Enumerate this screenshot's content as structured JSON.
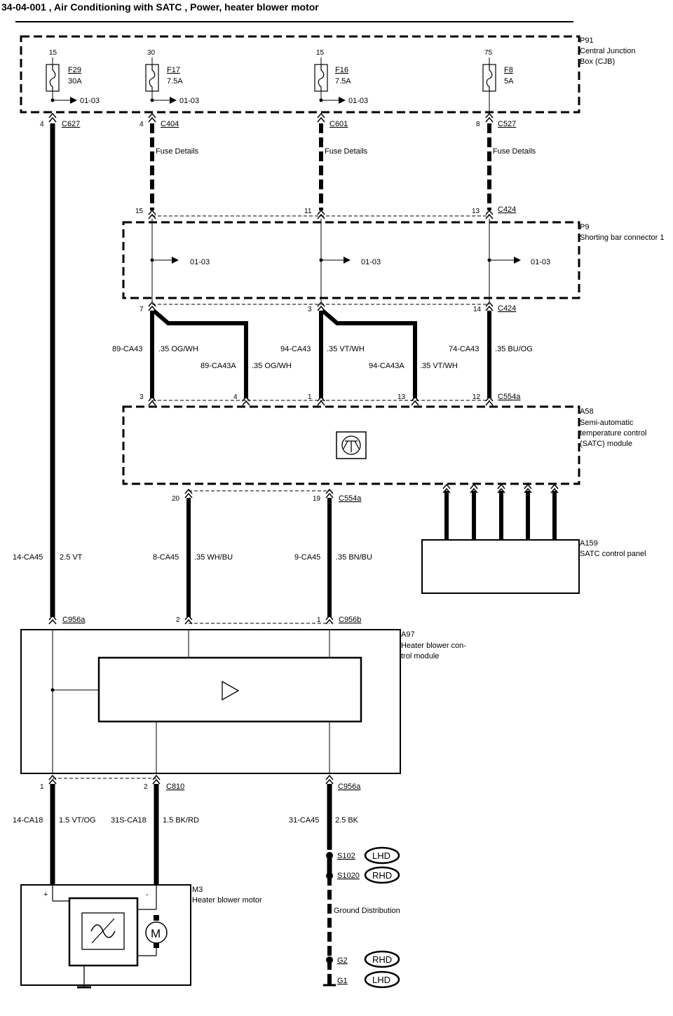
{
  "title": "34-04-001 , Air Conditioning with SATC , Power, heater blower motor",
  "modules": {
    "p91": {
      "id": "P91",
      "line1": "Central Junction",
      "line2": "Box (CJB)"
    },
    "p9": {
      "id": "P9",
      "line1": "Shorting bar connector 1"
    },
    "a58": {
      "id": "A58",
      "line1": "Semi-automatic",
      "line2": "temperature control",
      "line3": "(SATC) module"
    },
    "a159": {
      "id": "A159",
      "line1": "SATC control panel"
    },
    "a97": {
      "id": "A97",
      "line1": "Heater blower con-",
      "line2": "trol module"
    },
    "m3": {
      "id": "M3",
      "line1": "Heater blower motor"
    }
  },
  "fuses": [
    {
      "feed": "15",
      "name": "F29",
      "rating": "30A",
      "ref": "01-03",
      "pin": "4",
      "connector": "C627"
    },
    {
      "feed": "30",
      "name": "F17",
      "rating": "7.5A",
      "ref": "01-03",
      "pin": "4",
      "connector": "C404"
    },
    {
      "feed": "15",
      "name": "F16",
      "rating": "7.5A",
      "ref": "01-03",
      "pin": "",
      "connector": "C601"
    },
    {
      "feed": "75",
      "name": "F8",
      "rating": "5A",
      "ref": "01-03",
      "pin": "8",
      "connector": "C527"
    }
  ],
  "fuse_details": [
    "Fuse Details",
    "Fuse Details",
    "Fuse Details"
  ],
  "shorting_bar": {
    "top_pins": [
      "15",
      "11",
      "13"
    ],
    "top_connector": "C424",
    "refs": [
      "01-03",
      "01-03",
      "01-03"
    ],
    "bottom_pins": [
      "7",
      "3",
      "14"
    ],
    "bottom_connector": "C424"
  },
  "wires_mid": [
    {
      "id": "89-CA43",
      "spec": ".35 OG/WH"
    },
    {
      "id": "89-CA43A",
      "spec": ".35 OG/WH"
    },
    {
      "id": "94-CA43",
      "spec": ".35 VT/WH"
    },
    {
      "id": "94-CA43A",
      "spec": ".35 VT/WH"
    },
    {
      "id": "74-CA43",
      "spec": ".35 BU/OG"
    }
  ],
  "a58_pins": {
    "top": [
      "3",
      "4",
      "1",
      "13",
      "12"
    ],
    "top_connector": "C554a",
    "bottom": [
      "20",
      "19"
    ],
    "bottom_connector": "C554a"
  },
  "wires_low": [
    {
      "id": "14-CA45",
      "spec": "2.5 VT"
    },
    {
      "id": "8-CA45",
      "spec": ".35 WH/BU"
    },
    {
      "id": "9-CA45",
      "spec": ".35 BN/BU"
    }
  ],
  "a97_pins": {
    "left_connector": "C956a",
    "right_pins": [
      "2",
      "1"
    ],
    "right_connector": "C956b",
    "bottom": [
      "1",
      "2"
    ],
    "bottom_connector": "C810",
    "ground_connector": "C956a"
  },
  "wires_bottom": [
    {
      "id": "14-CA18",
      "spec": "1.5 VT/OG"
    },
    {
      "id": "31S-CA18",
      "spec": "1.5 BK/RD"
    },
    {
      "id": "31-CA45",
      "spec": "2.5 BK"
    }
  ],
  "motor": {
    "plus": "+",
    "minus": "-",
    "letter": "M"
  },
  "ground": {
    "splices": [
      {
        "name": "S102",
        "tag": "LHD"
      },
      {
        "name": "S1020",
        "tag": "RHD"
      }
    ],
    "distribution": "Ground Distribution",
    "points": [
      {
        "name": "G2",
        "tag": "RHD"
      },
      {
        "name": "G1",
        "tag": "LHD"
      }
    ]
  }
}
